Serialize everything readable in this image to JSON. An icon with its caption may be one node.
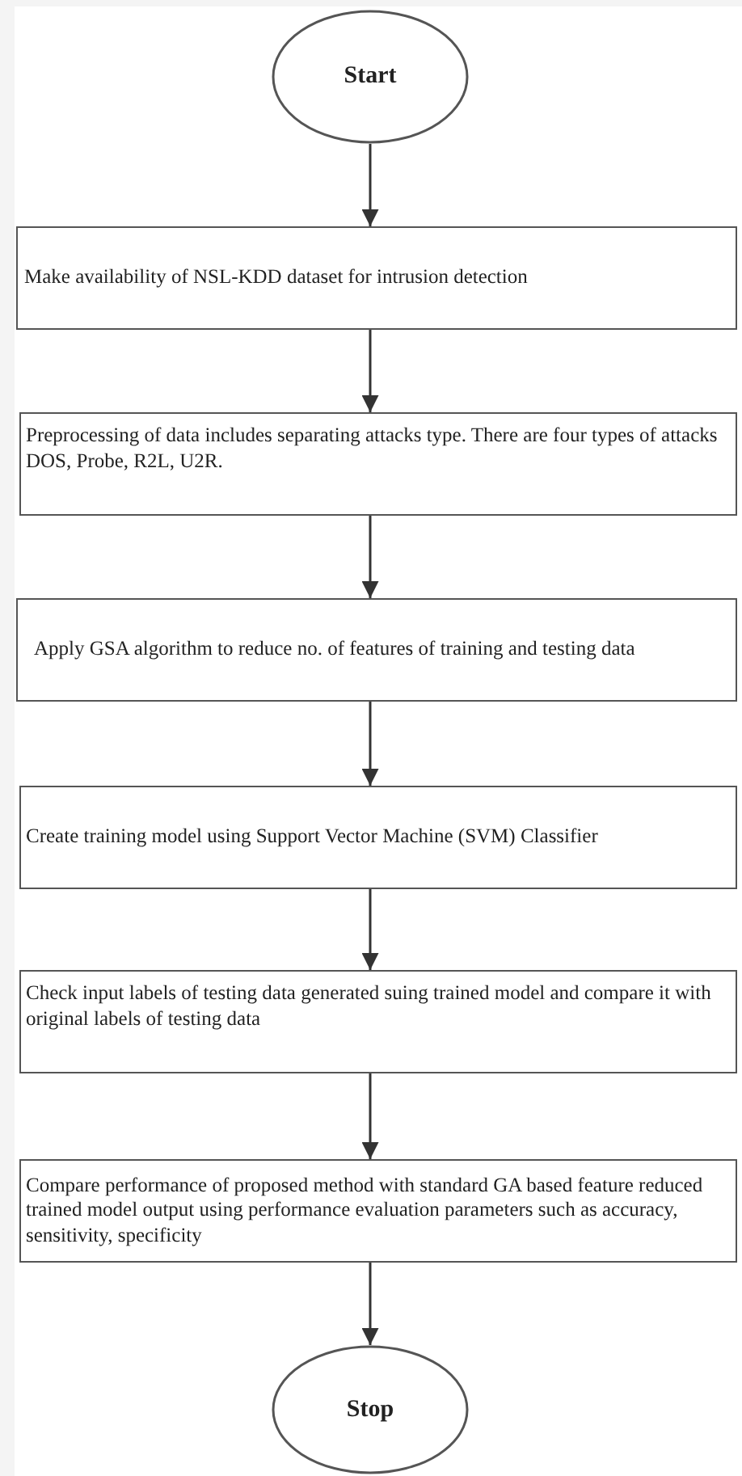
{
  "diagram": {
    "nodes": [
      {
        "text": [
          "Start"
        ]
      },
      {
        "text": [
          "Make availability of NSL-KDD dataset for intrusion detection"
        ]
      },
      {
        "text": [
          "Preprocessing of data includes separating attacks type. There are four types of attacks DOS, Probe, R2L, U2R."
        ]
      },
      {
        "text": [
          "Apply GSA algorithm to reduce no. of features of training and testing data"
        ]
      },
      {
        "text": [
          "Create training model using Support Vector Machine (SVM) Classifier"
        ]
      },
      {
        "text": [
          "Check input labels of testing data generated suing trained model and compare it with original labels of testing data"
        ]
      },
      {
        "text": [
          "Compare performance of proposed method with standard GA based feature reduced trained model  output using performance evaluation parameters such as accuracy, sensitivity, specificity"
        ]
      },
      {
        "text": [
          "Stop"
        ]
      }
    ],
    "edges": [
      {
        "from": 0,
        "to": 1,
        "arrow": "to"
      },
      {
        "from": 1,
        "to": 2,
        "arrow": "to"
      },
      {
        "from": 2,
        "to": 3,
        "arrow": "to"
      },
      {
        "from": 3,
        "to": 4,
        "arrow": "to"
      },
      {
        "from": 4,
        "to": 5,
        "arrow": "to"
      },
      {
        "from": 5,
        "to": 6,
        "arrow": "to"
      },
      {
        "from": 6,
        "to": 7,
        "arrow": "to"
      }
    ]
  }
}
